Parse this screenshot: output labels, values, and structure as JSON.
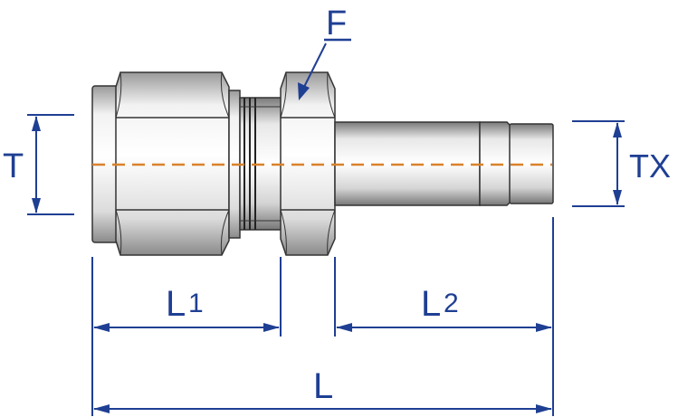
{
  "labels": {
    "T": "T",
    "F": "F",
    "TX": "TX",
    "L1_main": "L",
    "L1_sub": "1",
    "L2_main": "L",
    "L2_sub": "2",
    "L": "L"
  },
  "colors": {
    "dimension": "#1f3f93",
    "centerline": "#d9822b",
    "outline": "#333333"
  }
}
